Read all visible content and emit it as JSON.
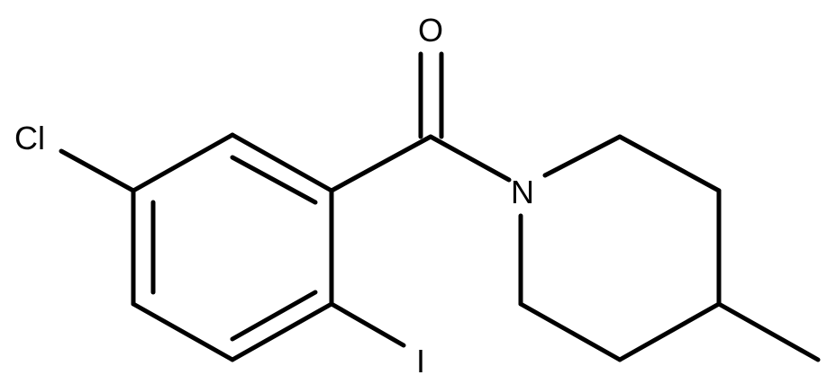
{
  "molecule": {
    "atoms": {
      "oxygen": "O",
      "chlorine": "Cl",
      "iodine": "I",
      "nitrogen": "N"
    },
    "bond_color": "#000000",
    "background_color": "#ffffff"
  }
}
